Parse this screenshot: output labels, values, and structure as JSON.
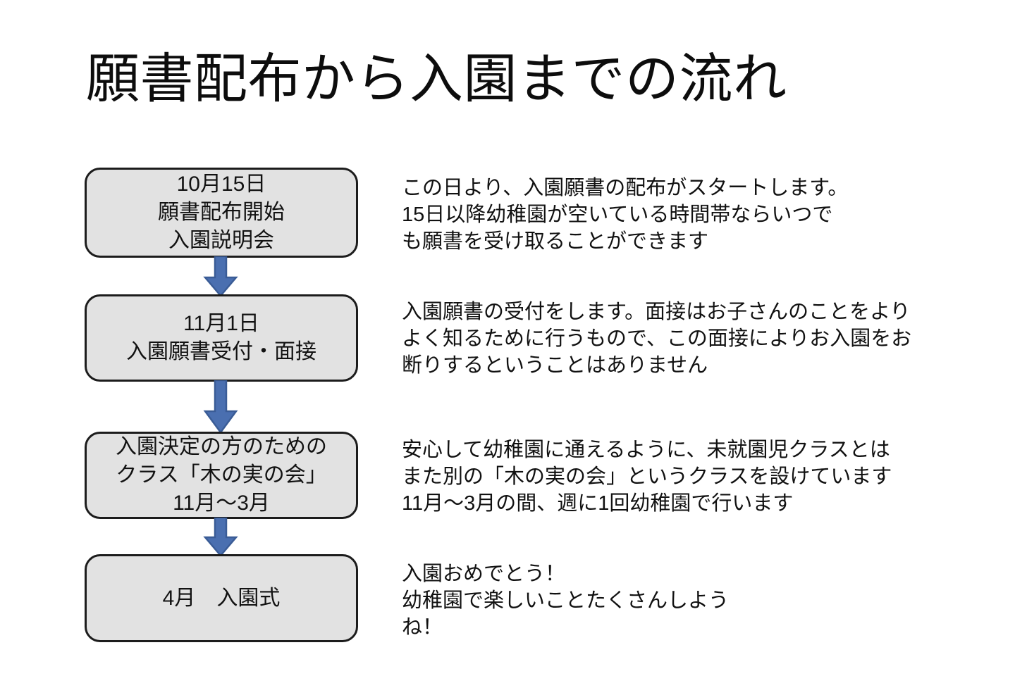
{
  "title": "願書配布から入園までの流れ",
  "colors": {
    "background": "#ffffff",
    "box_fill": "#e2e2e2",
    "box_border": "#1c1c1c",
    "arrow_fill": "#4a6fb0",
    "arrow_stroke": "#3a5c96",
    "text": "#111111"
  },
  "flow": {
    "steps": [
      {
        "id": "step-1",
        "box_lines": [
          "10月15日",
          "願書配布開始",
          "入園説明会"
        ],
        "description": "この日より、入園願書の配布がスタートします。\n15日以降幼稚園が空いている時間帯ならいつで\nも願書を受け取ることができます"
      },
      {
        "id": "step-2",
        "box_lines": [
          "11月1日",
          "入園願書受付・面接"
        ],
        "description": "入園願書の受付をします。面接はお子さんのことをより\nよく知るために行うもので、この面接によりお入園をお\n断りするということはありません"
      },
      {
        "id": "step-3",
        "box_lines": [
          "入園決定の方のための",
          "クラス「木の実の会」",
          "11月〜3月"
        ],
        "description": "安心して幼稚園に通えるように、未就園児クラスとは\nまた別の「木の実の会」というクラスを設けています\n11月〜3月の間、週に1回幼稚園で行います"
      },
      {
        "id": "step-4",
        "box_lines": [
          "4月　入園式"
        ],
        "description": "入園おめでとう！\n幼稚園で楽しいことたくさんしよう\nね！"
      }
    ],
    "connectors": [
      {
        "id": "arrow-1",
        "icon": "down-arrow-icon"
      },
      {
        "id": "arrow-2",
        "icon": "down-arrow-icon"
      },
      {
        "id": "arrow-3",
        "icon": "down-arrow-icon"
      }
    ]
  }
}
